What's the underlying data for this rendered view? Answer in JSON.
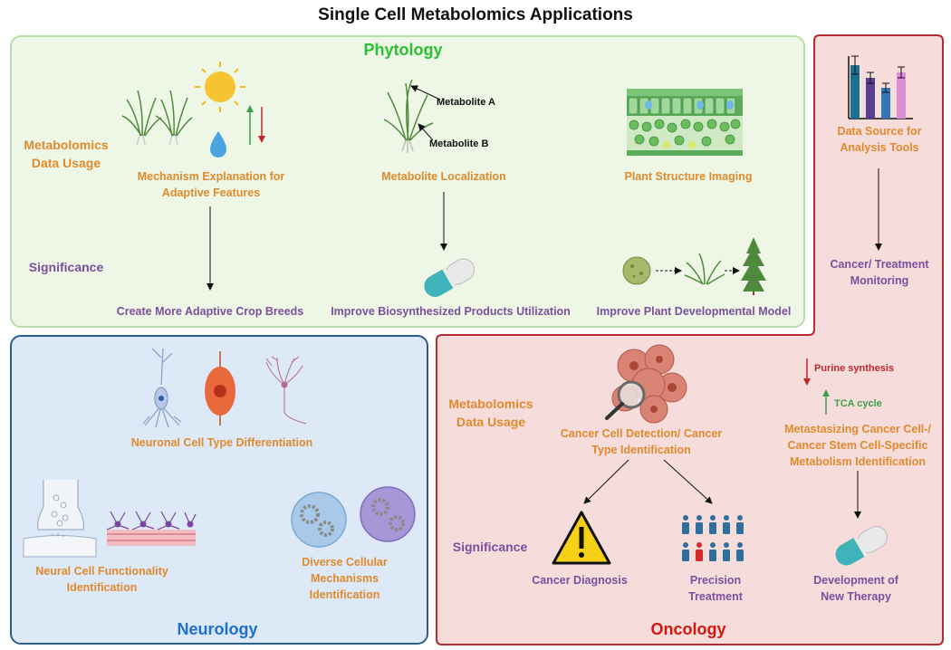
{
  "title": "Single Cell Metabolomics Applications",
  "phytology": {
    "heading": "Phytology",
    "row_usage": "Metabolomics Data Usage",
    "row_significance": "Significance",
    "usage_1": "Mechanism Explanation for Adaptive Features",
    "usage_2": "Metabolite Localization",
    "usage_3": "Plant Structure Imaging",
    "metabolite_a": "Metabolite A",
    "metabolite_b": "Metabolite B",
    "sig_1": "Create More Adaptive Crop Breeds",
    "sig_2": "Improve Biosynthesized Products Utilization",
    "sig_3": "Improve Plant Developmental Model"
  },
  "data_source": {
    "label": "Data Source for Analysis Tools",
    "monitoring": "Cancer/ Treatment Monitoring"
  },
  "neurology": {
    "heading": "Neurology",
    "item_1": "Neuronal Cell Type Differentiation",
    "item_2": "Neural Cell Functionality Identification",
    "item_3": "Diverse Cellular Mechanisms Identification"
  },
  "oncology": {
    "heading": "Oncology",
    "row_usage": "Metabolomics Data Usage",
    "row_significance": "Significance",
    "detection": "Cancer Cell Detection/ Cancer Type Identification",
    "purine": "Purine synthesis",
    "tca": "TCA cycle",
    "metastasis": "Metastasizing Cancer Cell-/ Cancer Stem Cell-Specific Metabolism Identification",
    "diagnosis": "Cancer Diagnosis",
    "precision": "Precision Treatment",
    "therapy": "Development of New Therapy"
  },
  "colors": {
    "usage_text": "#e08a2e",
    "significance_text": "#7b4f9d",
    "phytology_heading": "#2cc032",
    "neurology_heading": "#1d6fd1",
    "oncology_heading": "#d4160c"
  },
  "icons": [
    "grass-icon",
    "sun-icon",
    "water-drop-icon",
    "up-down-arrows-icon",
    "plant-annotated-icon",
    "leaf-cross-section-icon",
    "capsule-icon",
    "seed-icon",
    "sprout-icon",
    "tree-icon",
    "bar-chart-icon",
    "neuron-icon",
    "synapse-icon",
    "cell-layer-icon",
    "gear-cell-icon",
    "cancer-cells-magnifier-icon",
    "warning-icon",
    "patients-group-icon"
  ]
}
